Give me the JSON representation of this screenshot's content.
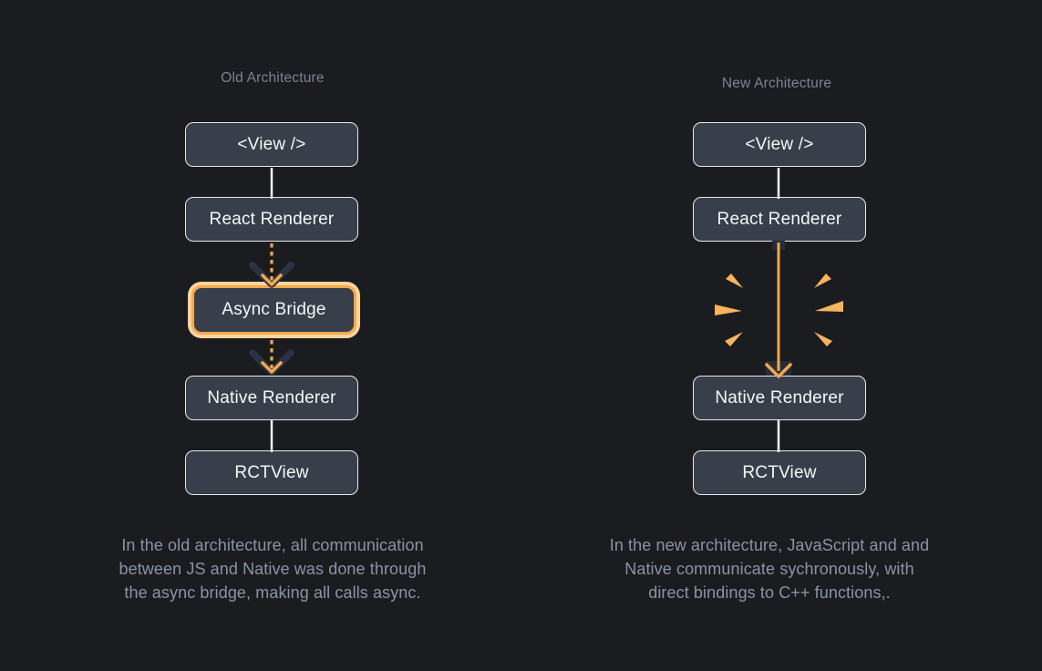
{
  "colors": {
    "background": "#1b1c20",
    "node_fill": "#383f4a",
    "node_border": "#e8eaed",
    "accent_orange": "#f2a84e",
    "glow_ring": "#f9d59c",
    "spark_orange": "#f6b45c",
    "chevron_dark": "#2b3342",
    "muted_text": "#8a94a6"
  },
  "old": {
    "title": "Old Architecture",
    "nodes": {
      "view": "<View />",
      "react_renderer": "React Renderer",
      "async_bridge": "Async Bridge",
      "native_renderer": "Native Renderer",
      "rctview": "RCTView"
    },
    "caption": "In the old architecture, all communication\nbetween JS and Native was done through\nthe async bridge, making all calls async."
  },
  "new": {
    "title": "New Architecture",
    "nodes": {
      "view": "<View />",
      "react_renderer": "React Renderer",
      "native_renderer": "Native Renderer",
      "rctview": "RCTView"
    },
    "caption": "In the new architecture, JavaScript and and\nNative communicate sychronously, with\ndirect bindings to C++ functions,."
  }
}
